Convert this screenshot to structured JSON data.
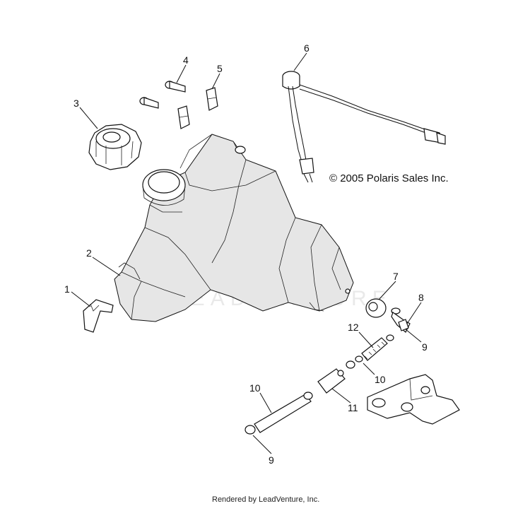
{
  "copyright": "© 2005 Polaris Sales Inc.",
  "footer": "Rendered by LeadVenture, Inc.",
  "watermark": "LEADVENTURE",
  "callouts": {
    "c1": "1",
    "c2": "2",
    "c3": "3",
    "c4": "4",
    "c5": "5",
    "c6": "6",
    "c7": "7",
    "c8": "8",
    "c9a": "9",
    "c9b": "9",
    "c10a": "10",
    "c10b": "10",
    "c11": "11",
    "c12": "12"
  }
}
